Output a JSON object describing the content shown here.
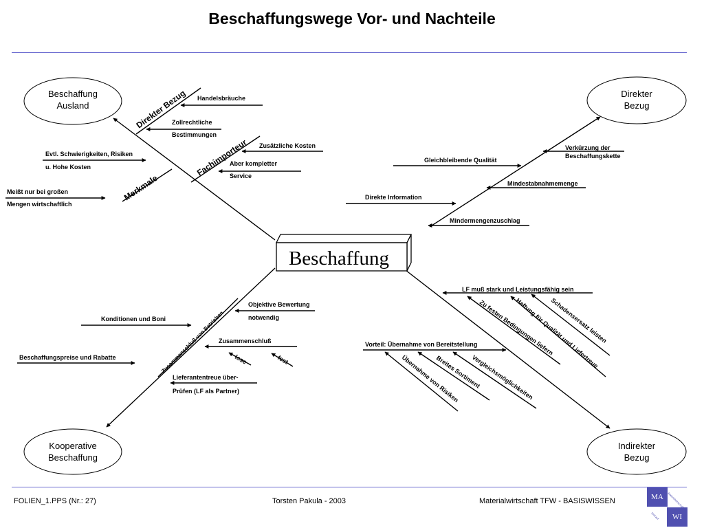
{
  "title": "Beschaffungswege Vor- und Nachteile",
  "center": "Beschaffung",
  "nodes": {
    "ausland": [
      "Beschaffung",
      "Ausland"
    ],
    "direkt": [
      "Direkter",
      "Bezug"
    ],
    "kooperativ": [
      "Kooperative",
      "Beschaffung"
    ],
    "indirekt": [
      "Indirekter",
      "Bezug"
    ]
  },
  "tl": {
    "bone_direkter_bezug": "Direkter Bezug",
    "bone_fachimporteur": "Fachimporteur",
    "bone_merkmale": "Merkmale",
    "handelsbraeuche": "Handelsbräuche",
    "zollrechtliche_1": "Zollrechtliche",
    "zollrechtliche_2": "Bestimmungen",
    "zusaetzliche_kosten": "Zusätzliche Kosten",
    "aber_kompletter_1": "Aber kompletter",
    "aber_kompletter_2": "Service",
    "evtl_1": "Evtl. Schwierigkeiten, Risiken",
    "evtl_2": "u. Hohe Kosten",
    "meisst_1": "Meißt nur bei großen",
    "meisst_2": "Mengen wirtschaftlich"
  },
  "tr": {
    "verkuerzung_1": "Verkürzung der",
    "verkuerzung_2": "Beschaffungskette",
    "gleichbleibende": "Gleichbleibende Qualität",
    "mindestabnahme": "Mindestabnahmemenge",
    "direkte_info": "Direkte Information",
    "mindermengen": "Mindermengenzuschlag"
  },
  "bl": {
    "bone_zusammenschluss": "Zusammenschluß von Betrieben",
    "objektive_1": "Objektive Bewertung",
    "objektive_2": "notwendig",
    "konditionen": "Konditionen und Boni",
    "zusammenschluss": "Zusammenschluß",
    "lose": "lose",
    "fest": "fest",
    "preise": "Beschaffungspreise und Rabatte",
    "lieferantentreue_1": "Lieferantentreue über-",
    "lieferantentreue_2": "Prüfen (LF als Partner)"
  },
  "br": {
    "lf_muss": "LF muß stark und Leistungsfähig sein",
    "schadensersatz": "Schadensersatz leisten",
    "haftung": "Haftung für Qualität und Liefertreue",
    "feste_bedingungen": "Zu festen Bedingungen liefern",
    "vorteil": "Vorteil: Übernahme von Bereitstellung",
    "vergleich": "Vergleichsmöglichkeiten",
    "breites": "Breites Sortiment",
    "risiken": "Übernahme von Risiken"
  },
  "footer": {
    "left": "FOLIEN_1.PPS (Nr.: 27)",
    "center": "Torsten Pakula - 2003",
    "right": "Materialwirtschaft TFW - BASISWISSEN"
  },
  "logo": {
    "ma": "MA",
    "wi": "WI",
    "small_1": "Materialwirtschaft",
    "small_2": "Einkauf"
  },
  "colors": {
    "rule": "#6a6ad0",
    "logo": "#5050b0"
  }
}
